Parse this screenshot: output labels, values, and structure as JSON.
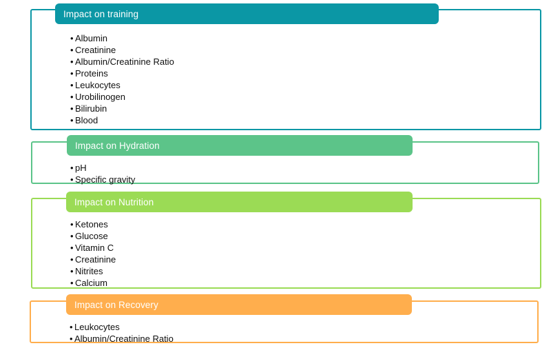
{
  "diagram": {
    "type": "grouped-category-list",
    "title": "",
    "groups": [
      {
        "id": "training",
        "header": "Impact on training",
        "color": "#0B97A5",
        "items": [
          "Albumin",
          "Creatinine",
          "Albumin/Creatinine Ratio",
          "Proteins",
          "Leukocytes",
          "Urobilinogen",
          "Bilirubin",
          "Blood"
        ]
      },
      {
        "id": "hydration",
        "header": "Impact on Hydration",
        "color": "#5CC489",
        "items": [
          "pH",
          "Specific gravity"
        ]
      },
      {
        "id": "nutrition",
        "header": "Impact on Nutrition",
        "color": "#9BDB55",
        "items": [
          "Ketones",
          "Glucose",
          "Vitamin C",
          "Creatinine",
          "Nitrites",
          "Calcium"
        ]
      },
      {
        "id": "recovery",
        "header": "Impact on Recovery",
        "color": "#FFAE4D",
        "items": [
          "Leukocytes",
          "Albumin/Creatinine Ratio"
        ]
      }
    ],
    "bullet_glyph": "•"
  }
}
